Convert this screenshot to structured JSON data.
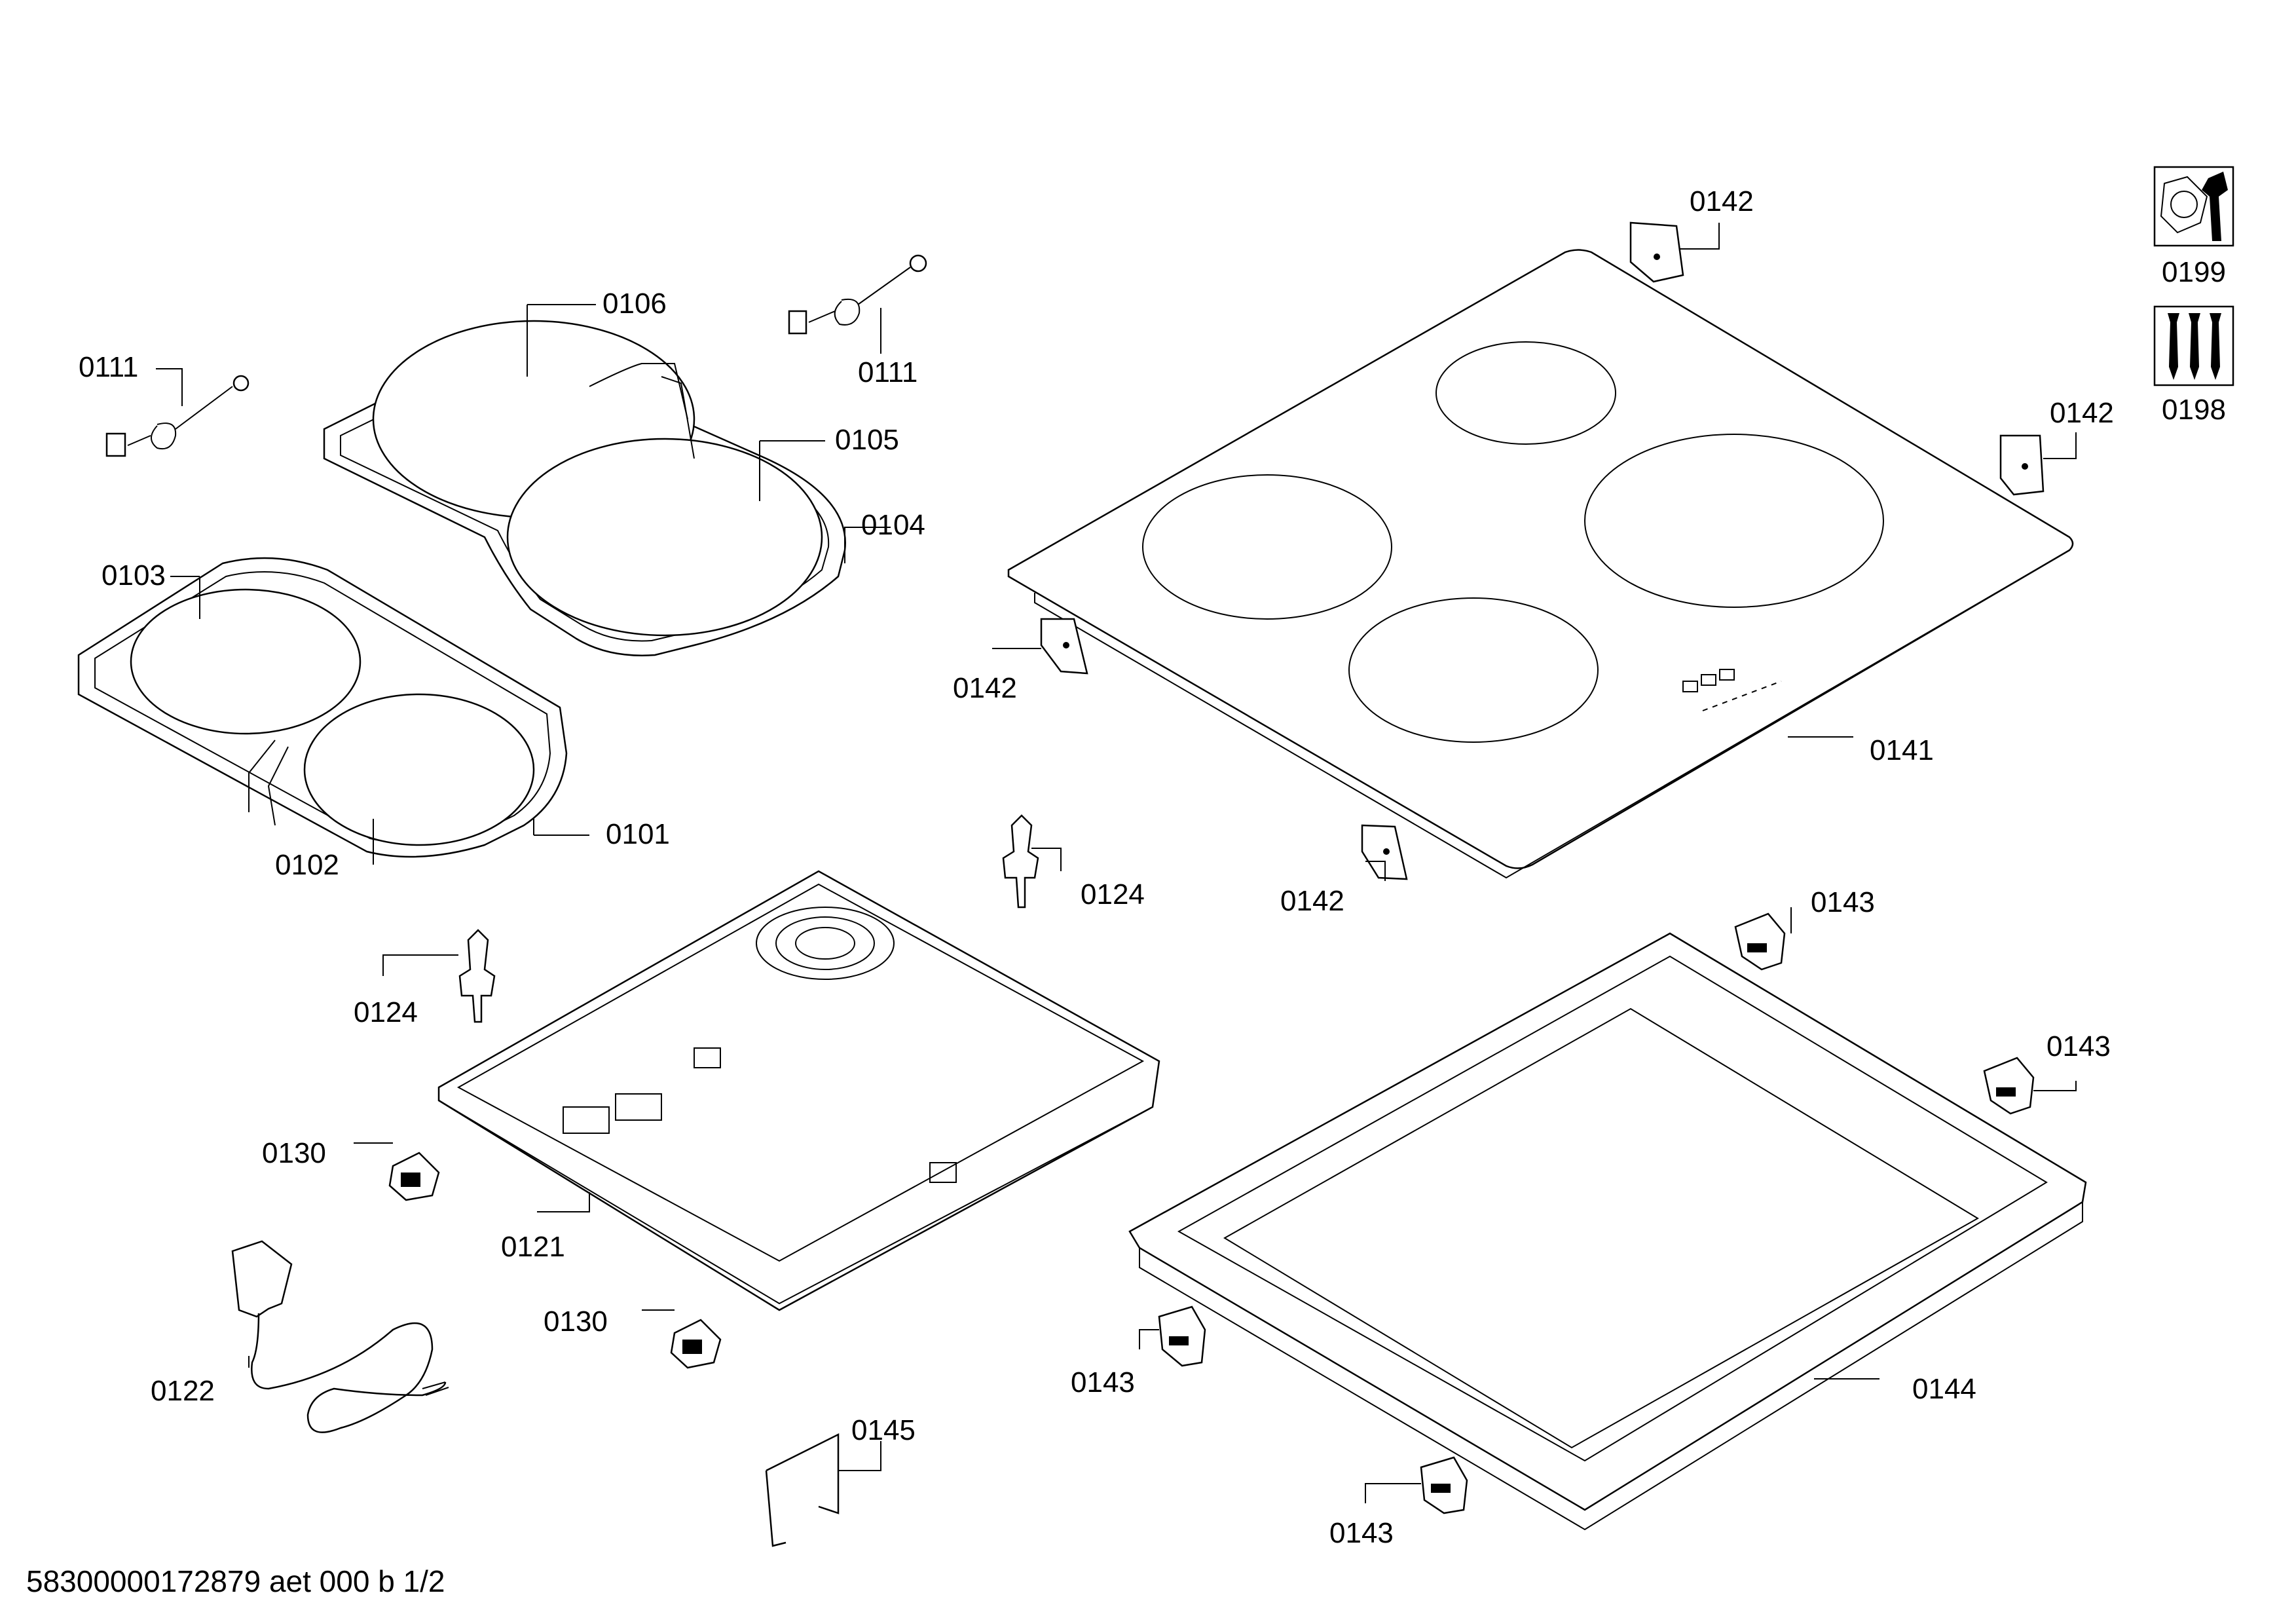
{
  "document": {
    "footer_id": "58300000172879 aet 000 b 1/2"
  },
  "tool_icons": {
    "service_kit": {
      "icon": "nut-and-wrench-icon",
      "label": "0199"
    },
    "screw_kit": {
      "icon": "screws-icon",
      "label": "0198"
    }
  },
  "callouts": {
    "c0101": "0101",
    "c0102": "0102",
    "c0103": "0103",
    "c0104": "0104",
    "c0105": "0105",
    "c0106": "0106",
    "c0111_left": "0111",
    "c0111_right": "0111",
    "c0121": "0121",
    "c0122": "0122",
    "c0124_left": "0124",
    "c0124_right": "0124",
    "c0130_upper": "0130",
    "c0130_lower": "0130",
    "c0141": "0141",
    "c0142_top": "0142",
    "c0142_right": "0142",
    "c0142_left": "0142",
    "c0142_bottom": "0142",
    "c0143_top": "0143",
    "c0143_right": "0143",
    "c0143_left": "0143",
    "c0143_bottom": "0143",
    "c0144": "0144",
    "c0145": "0145"
  }
}
